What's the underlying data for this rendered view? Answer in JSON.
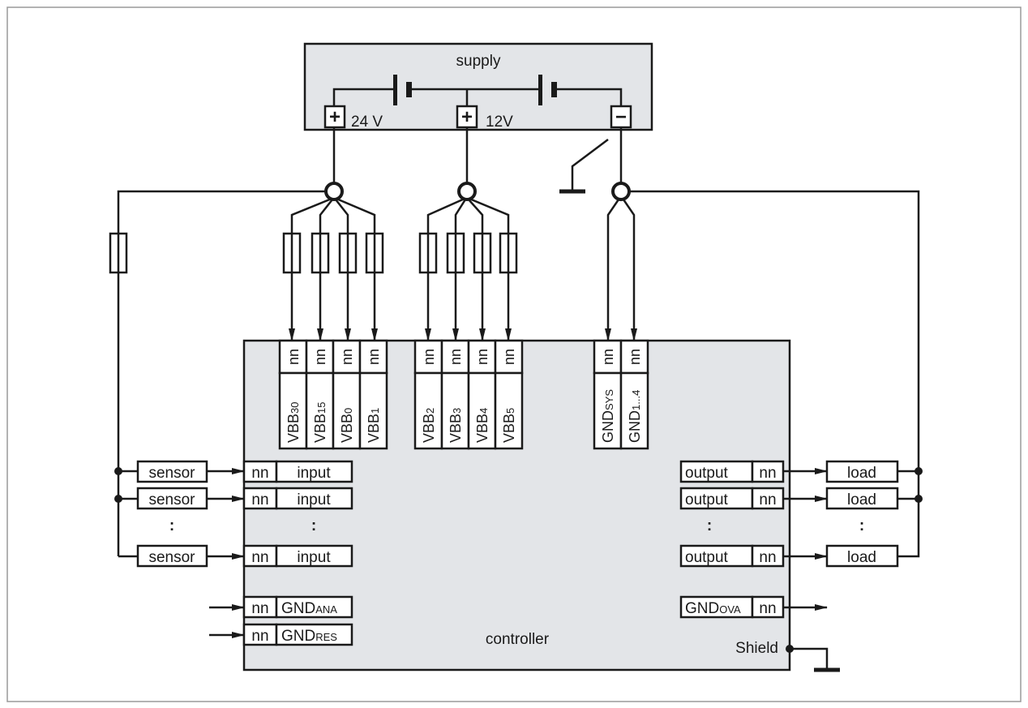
{
  "supply": {
    "title": "supply",
    "plus_symbol": "+",
    "minus_symbol": "−",
    "v24_label": "24 V",
    "v12_label": "12V"
  },
  "controller": {
    "title": "controller",
    "shield_label": "Shield",
    "terminal_code": "nn",
    "vbb_group1": [
      {
        "base": "VBB",
        "sub": "30"
      },
      {
        "base": "VBB",
        "sub": "15"
      },
      {
        "base": "VBB",
        "sub": "0"
      },
      {
        "base": "VBB",
        "sub": "1"
      }
    ],
    "vbb_group2": [
      {
        "base": "VBB",
        "sub": "2"
      },
      {
        "base": "VBB",
        "sub": "3"
      },
      {
        "base": "VBB",
        "sub": "4"
      },
      {
        "base": "VBB",
        "sub": "5"
      }
    ],
    "gnd_group": [
      {
        "base": "GND",
        "sub": "SYS"
      },
      {
        "base": "GND",
        "sub": "1...4"
      }
    ],
    "input_label": "input",
    "output_label": "output",
    "gnd_ana": {
      "base": "GND",
      "sub": "ANA"
    },
    "gnd_res": {
      "base": "GND",
      "sub": "RES"
    },
    "gnd_ova": {
      "base": "GND",
      "sub": "OVA"
    }
  },
  "sensor_label": "sensor",
  "load_label": "load",
  "ellipsis": ":"
}
